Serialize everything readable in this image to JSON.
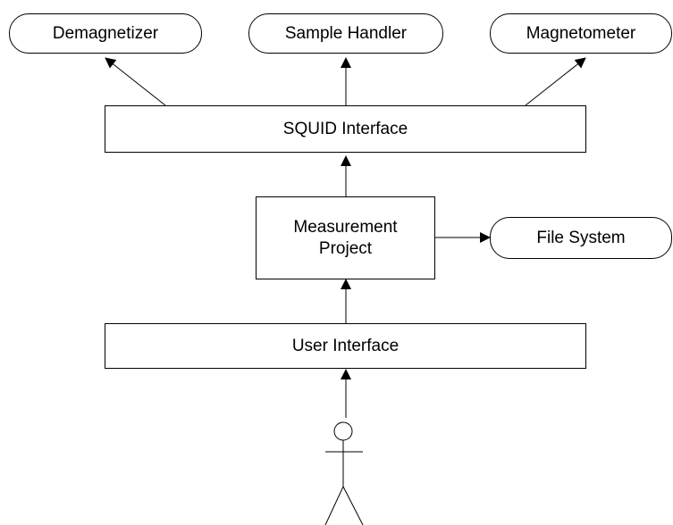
{
  "diagram": {
    "stroke_color": "#000000",
    "background_color": "#ffffff",
    "external_nodes": {
      "demagnetizer": "Demagnetizer",
      "sample_handler": "Sample Handler",
      "magnetometer": "Magnetometer",
      "file_system": "File System"
    },
    "components": {
      "squid_interface": "SQUID Interface",
      "measurement_project": {
        "line1": "Measurement",
        "line2": "Project"
      },
      "user_interface": "User Interface"
    },
    "actor_icon": "stick-figure-user-icon"
  }
}
